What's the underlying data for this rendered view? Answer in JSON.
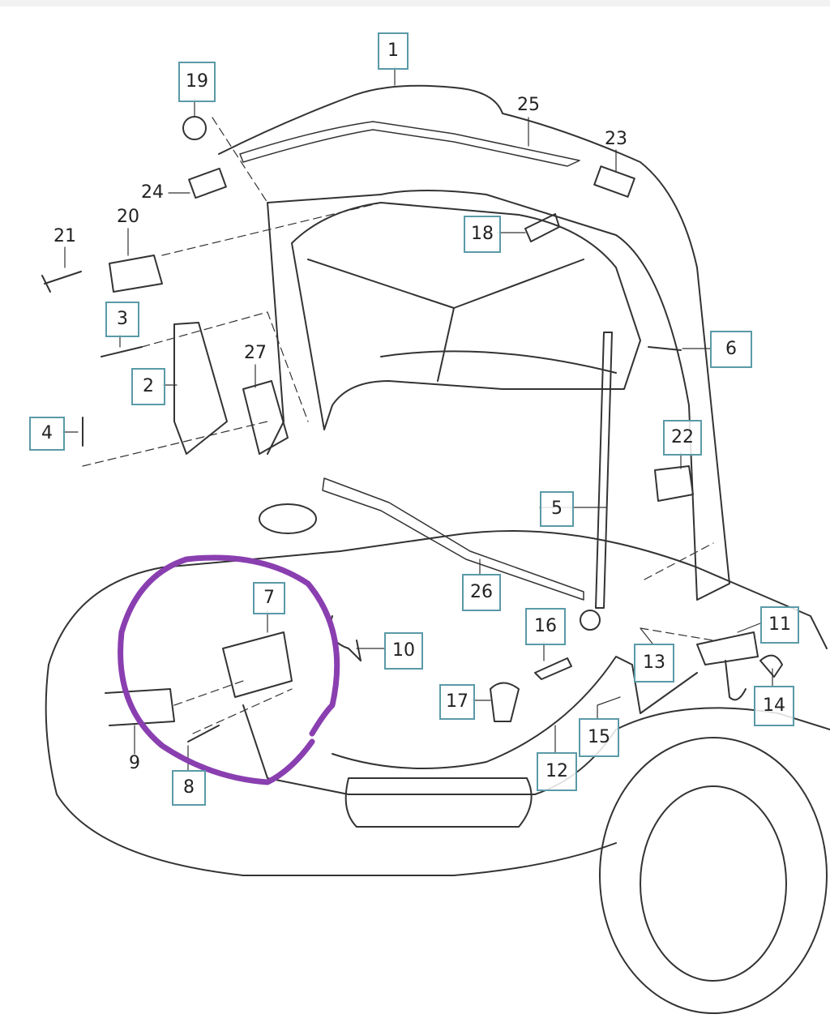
{
  "diagram": {
    "title": "Front hood / bonnet parts diagram",
    "highlight_color": "#8a3fb0",
    "label_border_color": "#5a9aa8",
    "labels": {
      "boxed": [
        "1",
        "19",
        "18",
        "3",
        "2",
        "4",
        "6",
        "22",
        "5",
        "26",
        "7",
        "10",
        "16",
        "11",
        "13",
        "17",
        "14",
        "15",
        "12",
        "8"
      ],
      "plain": [
        "25",
        "23",
        "24",
        "21",
        "20",
        "27",
        "9"
      ]
    },
    "callouts": [
      {
        "id": "1",
        "boxed": true
      },
      {
        "id": "19",
        "boxed": true
      },
      {
        "id": "25",
        "boxed": false
      },
      {
        "id": "23",
        "boxed": false
      },
      {
        "id": "24",
        "boxed": false
      },
      {
        "id": "18",
        "boxed": true
      },
      {
        "id": "21",
        "boxed": false
      },
      {
        "id": "20",
        "boxed": false
      },
      {
        "id": "3",
        "boxed": true
      },
      {
        "id": "6",
        "boxed": true
      },
      {
        "id": "27",
        "boxed": false
      },
      {
        "id": "2",
        "boxed": true
      },
      {
        "id": "4",
        "boxed": true
      },
      {
        "id": "22",
        "boxed": true
      },
      {
        "id": "5",
        "boxed": true
      },
      {
        "id": "26",
        "boxed": true
      },
      {
        "id": "7",
        "boxed": true
      },
      {
        "id": "10",
        "boxed": true
      },
      {
        "id": "16",
        "boxed": true
      },
      {
        "id": "11",
        "boxed": true
      },
      {
        "id": "13",
        "boxed": true
      },
      {
        "id": "17",
        "boxed": true
      },
      {
        "id": "14",
        "boxed": true
      },
      {
        "id": "15",
        "boxed": true
      },
      {
        "id": "12",
        "boxed": true
      },
      {
        "id": "9",
        "boxed": false
      },
      {
        "id": "8",
        "boxed": true
      }
    ]
  }
}
